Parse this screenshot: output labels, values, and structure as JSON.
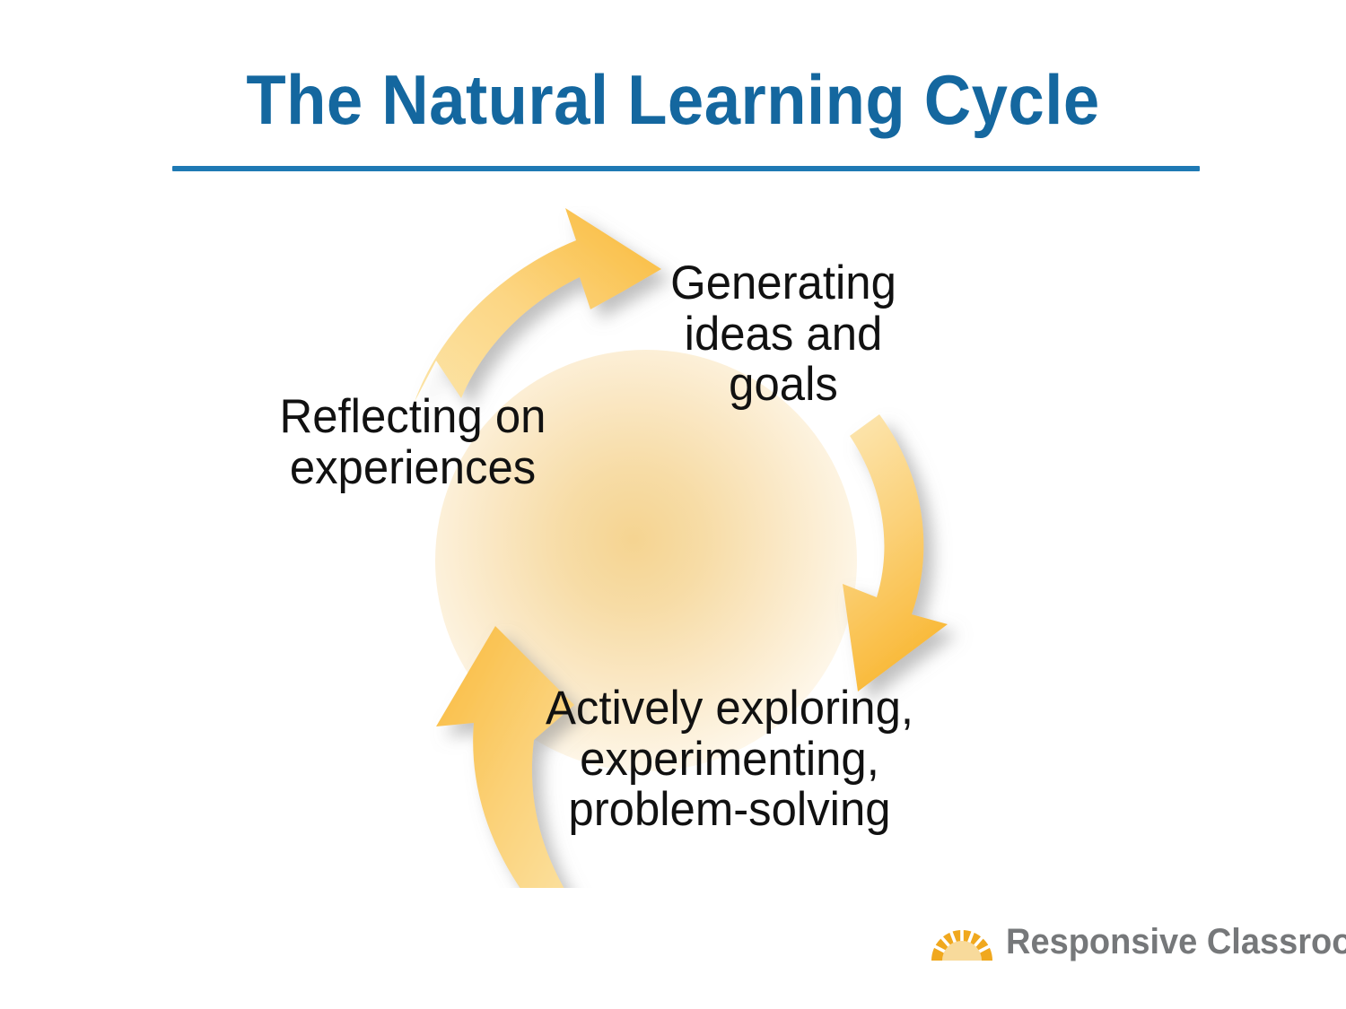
{
  "slide": {
    "title": "The Natural Learning Cycle",
    "background_color": "#FFFFFF",
    "title_color": "#14679F",
    "rule_color": "#1E79B4"
  },
  "diagram": {
    "type": "cycle",
    "direction": "clockwise",
    "center_glow_color": "#F5D491",
    "arrow_color_light": "#FCE7AE",
    "arrow_color_dark": "#F9B937",
    "arrow_shadow_color": "#9A9A9A",
    "steps": [
      {
        "id": "generating",
        "label": "Generating\nideas and\ngoals",
        "position": "top-right"
      },
      {
        "id": "actively",
        "label": "Actively exploring,\nexperimenting,\nproblem-solving",
        "position": "bottom"
      },
      {
        "id": "reflecting",
        "label": "Reflecting on\nexperiences",
        "position": "left"
      }
    ],
    "arrows": [
      {
        "id": "arrow-reflecting-to-generating",
        "from": "reflecting",
        "to": "generating",
        "position": "top-left"
      },
      {
        "id": "arrow-generating-to-actively",
        "from": "generating",
        "to": "actively",
        "position": "right"
      },
      {
        "id": "arrow-actively-to-reflecting",
        "from": "actively",
        "to": "reflecting",
        "position": "bottom-left"
      }
    ]
  },
  "logo": {
    "icon": "sunrise-icon",
    "name": "Responsive Classroom",
    "trademark": "®",
    "text_color": "#76787A",
    "sun_color": "#F0A81E",
    "sun_dome_color": "#F8DA9B"
  }
}
